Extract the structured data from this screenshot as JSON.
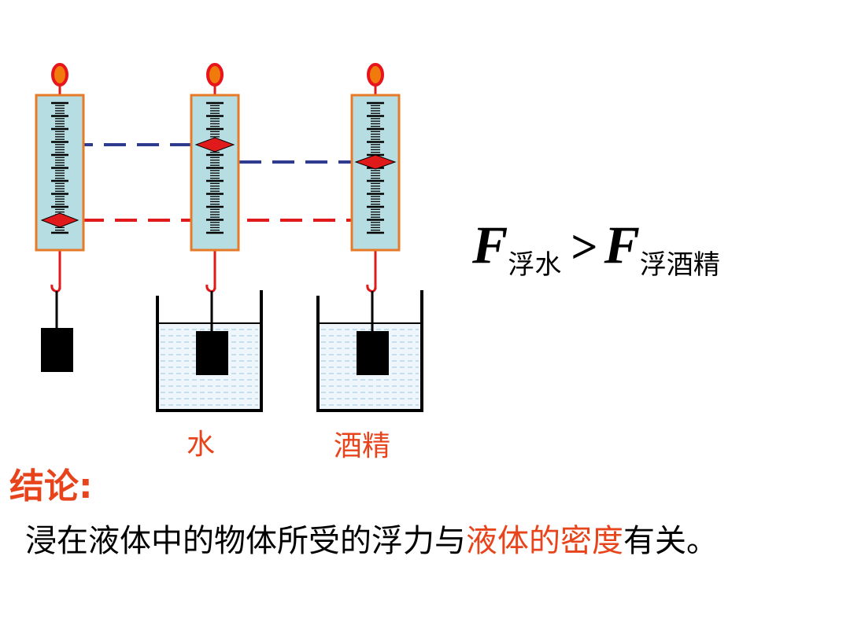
{
  "colors": {
    "accent": "#e8441c",
    "ring": "#e8141c",
    "ring_inner": "#f07a0c",
    "rod": "#e01a1a",
    "scale_frame": "#e67a28",
    "scale_fill": "#b6dde2",
    "blue_dash": "#2e3b8f",
    "red_dash": "#e01a1a",
    "block": "#000000",
    "water": "#eef6fb"
  },
  "diagram": {
    "liquid_labels": [
      "水",
      "酒精"
    ]
  },
  "formula": {
    "symbol": "F",
    "sub_left": "浮水",
    "relation": ">",
    "sub_right": "浮酒精"
  },
  "conclusion": {
    "label": "结论:",
    "text_before": "浸在液体中的物体所受的浮力与",
    "highlight": "液体的密度",
    "text_after": "有关。"
  }
}
